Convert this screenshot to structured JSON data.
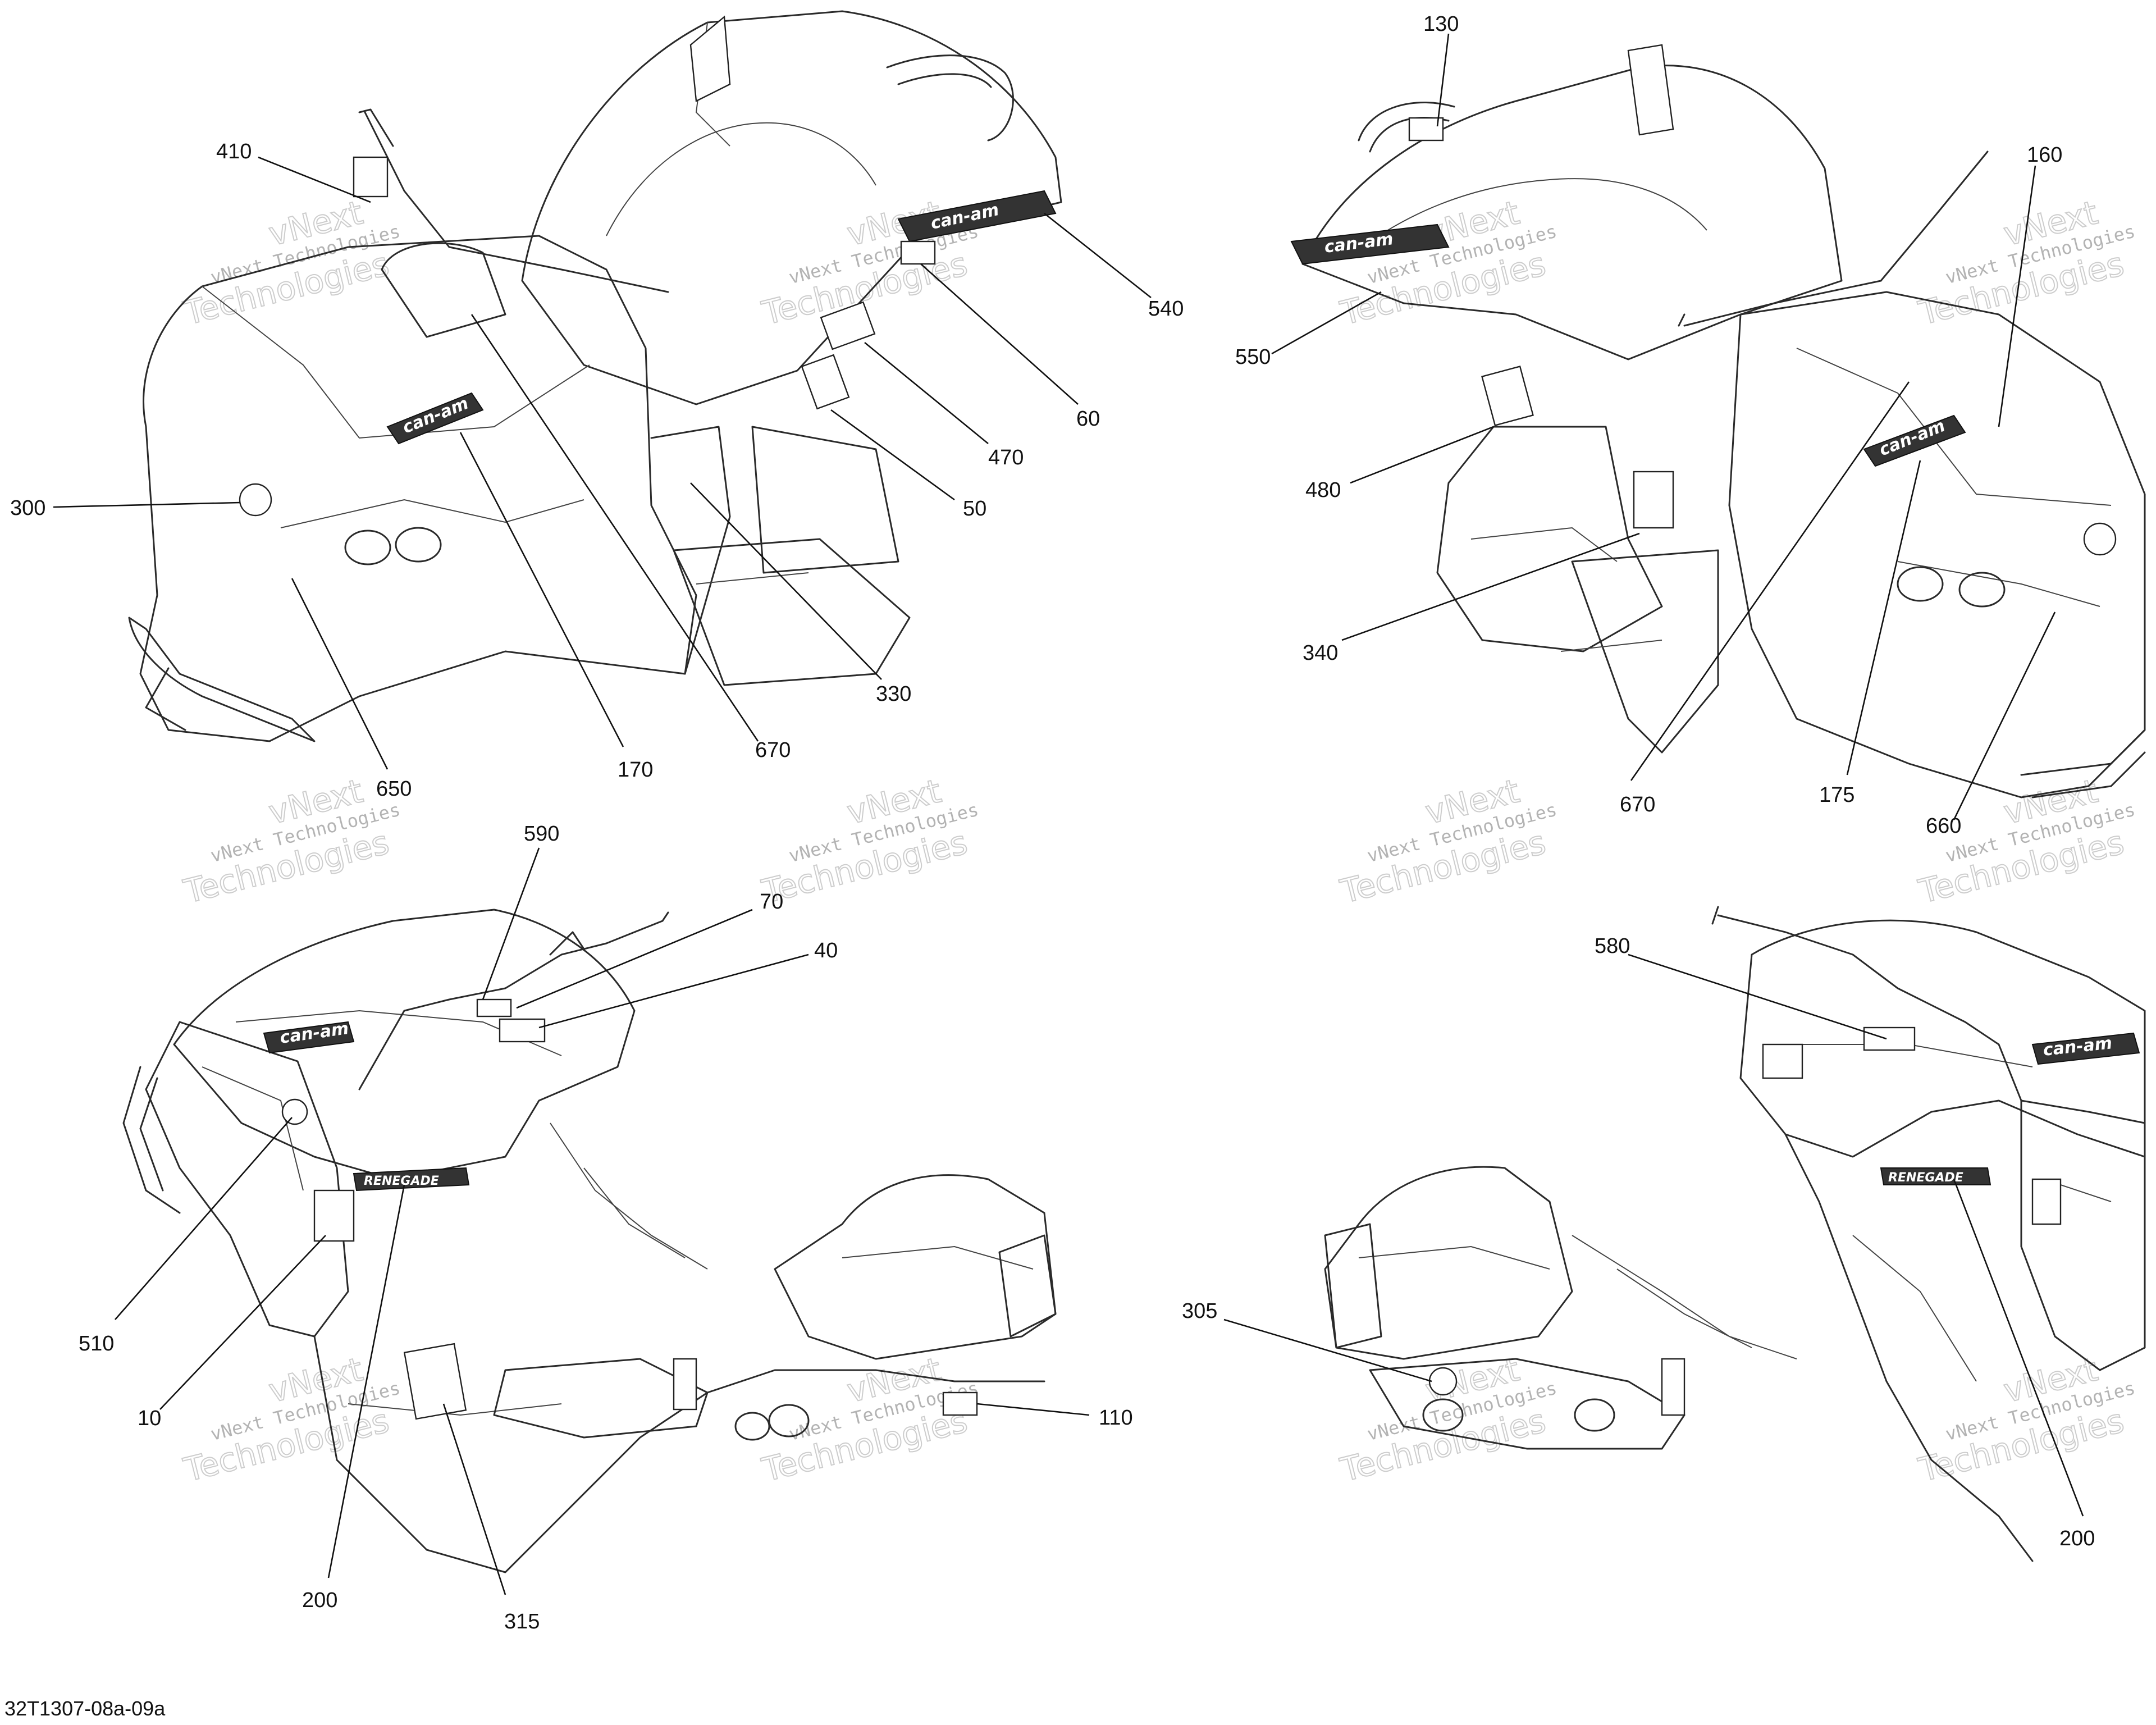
{
  "diagram": {
    "reference_code": "32T1307-08a-09a",
    "watermark": {
      "line1": "vNext Technologies",
      "line2": "vNext",
      "line3": "Technologies"
    },
    "logo_text": "can-am",
    "model_text": "RENEGADE",
    "views": {
      "front_left": {
        "callouts": [
          "410",
          "540",
          "60",
          "470",
          "50",
          "300",
          "330",
          "670",
          "170",
          "650"
        ]
      },
      "front_right": {
        "callouts": [
          "130",
          "160",
          "550",
          "480",
          "340",
          "670",
          "175",
          "660"
        ]
      },
      "rear_left": {
        "callouts": [
          "590",
          "70",
          "40",
          "510",
          "10",
          "110",
          "200",
          "315"
        ]
      },
      "rear_right": {
        "callouts": [
          "580",
          "305",
          "200"
        ]
      }
    }
  }
}
